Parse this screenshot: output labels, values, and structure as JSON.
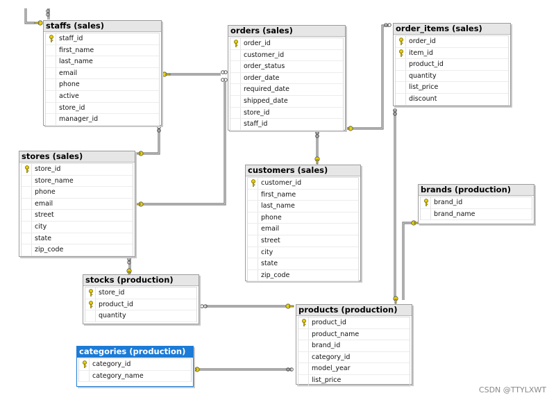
{
  "tables": {
    "staffs": {
      "title": "staffs (sales)",
      "columns": [
        {
          "name": "staff_id",
          "pk": true
        },
        {
          "name": "first_name"
        },
        {
          "name": "last_name"
        },
        {
          "name": "email"
        },
        {
          "name": "phone"
        },
        {
          "name": "active"
        },
        {
          "name": "store_id"
        },
        {
          "name": "manager_id"
        }
      ]
    },
    "orders": {
      "title": "orders (sales)",
      "columns": [
        {
          "name": "order_id",
          "pk": true
        },
        {
          "name": "customer_id"
        },
        {
          "name": "order_status"
        },
        {
          "name": "order_date"
        },
        {
          "name": "required_date"
        },
        {
          "name": "shipped_date"
        },
        {
          "name": "store_id"
        },
        {
          "name": "staff_id"
        }
      ]
    },
    "order_items": {
      "title": "order_items (sales)",
      "columns": [
        {
          "name": "order_id",
          "pk": true
        },
        {
          "name": "item_id",
          "pk": true
        },
        {
          "name": "product_id"
        },
        {
          "name": "quantity"
        },
        {
          "name": "list_price"
        },
        {
          "name": "discount"
        }
      ]
    },
    "stores": {
      "title": "stores (sales)",
      "columns": [
        {
          "name": "store_id",
          "pk": true
        },
        {
          "name": "store_name"
        },
        {
          "name": "phone"
        },
        {
          "name": "email"
        },
        {
          "name": "street"
        },
        {
          "name": "city"
        },
        {
          "name": "state"
        },
        {
          "name": "zip_code"
        }
      ]
    },
    "customers": {
      "title": "customers (sales)",
      "columns": [
        {
          "name": "customer_id",
          "pk": true
        },
        {
          "name": "first_name"
        },
        {
          "name": "last_name"
        },
        {
          "name": "phone"
        },
        {
          "name": "email"
        },
        {
          "name": "street"
        },
        {
          "name": "city"
        },
        {
          "name": "state"
        },
        {
          "name": "zip_code"
        }
      ]
    },
    "brands": {
      "title": "brands (production)",
      "columns": [
        {
          "name": "brand_id",
          "pk": true
        },
        {
          "name": "brand_name"
        }
      ]
    },
    "stocks": {
      "title": "stocks (production)",
      "columns": [
        {
          "name": "store_id",
          "pk": true
        },
        {
          "name": "product_id",
          "pk": true
        },
        {
          "name": "quantity"
        }
      ]
    },
    "products": {
      "title": "products (production)",
      "columns": [
        {
          "name": "product_id",
          "pk": true
        },
        {
          "name": "product_name"
        },
        {
          "name": "brand_id"
        },
        {
          "name": "category_id"
        },
        {
          "name": "model_year"
        },
        {
          "name": "list_price"
        }
      ]
    },
    "categories": {
      "title": "categories (production)",
      "selected": true,
      "columns": [
        {
          "name": "category_id",
          "pk": true
        },
        {
          "name": "category_name"
        }
      ]
    }
  },
  "colors": {
    "key": "#e8d000",
    "connector": "#666666",
    "selected_title": "#1c7bd6"
  },
  "watermark": "CSDN @TTYLXWT"
}
